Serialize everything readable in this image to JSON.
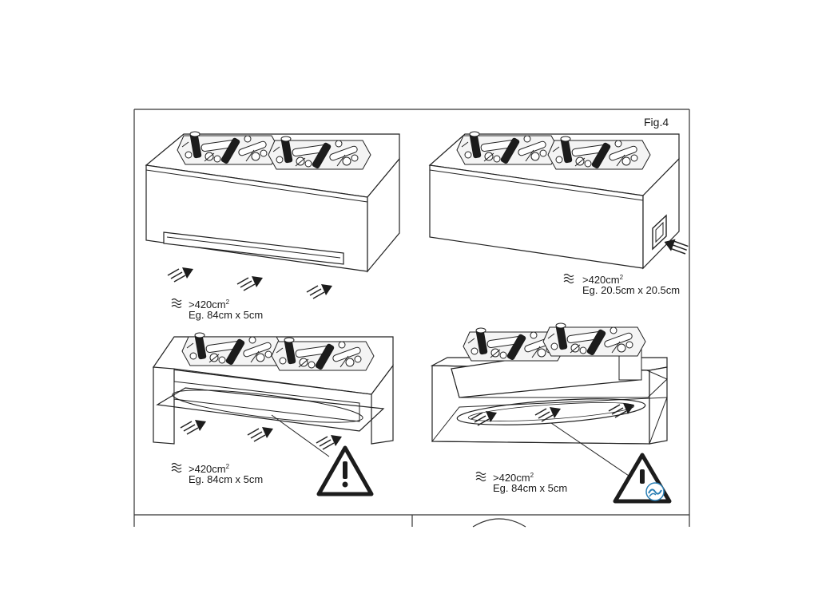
{
  "figure_label": "Fig.4",
  "panels": [
    {
      "id": "panel-1",
      "area": ">420cm",
      "area_sup": "2",
      "example": "Eg. 84cm x 5cm"
    },
    {
      "id": "panel-2",
      "area": ">420cm",
      "area_sup": "2",
      "example": "Eg. 20.5cm x 20.5cm"
    },
    {
      "id": "panel-3",
      "area": ">420cm",
      "area_sup": "2",
      "example": "Eg. 84cm x 5cm"
    },
    {
      "id": "panel-4",
      "area": ">420cm",
      "area_sup": "2",
      "example": "Eg. 84cm x 5cm"
    }
  ],
  "icons": {
    "airflow": "airflow-wave-icon",
    "warning": "warning-triangle-icon",
    "water_warning": "water-warning-icon",
    "arrow": "airflow-arrow-icon"
  },
  "colors": {
    "line": "#222222",
    "fill": "#ffffff",
    "dark": "#1c1c1c",
    "water": "#2a7fb5"
  }
}
